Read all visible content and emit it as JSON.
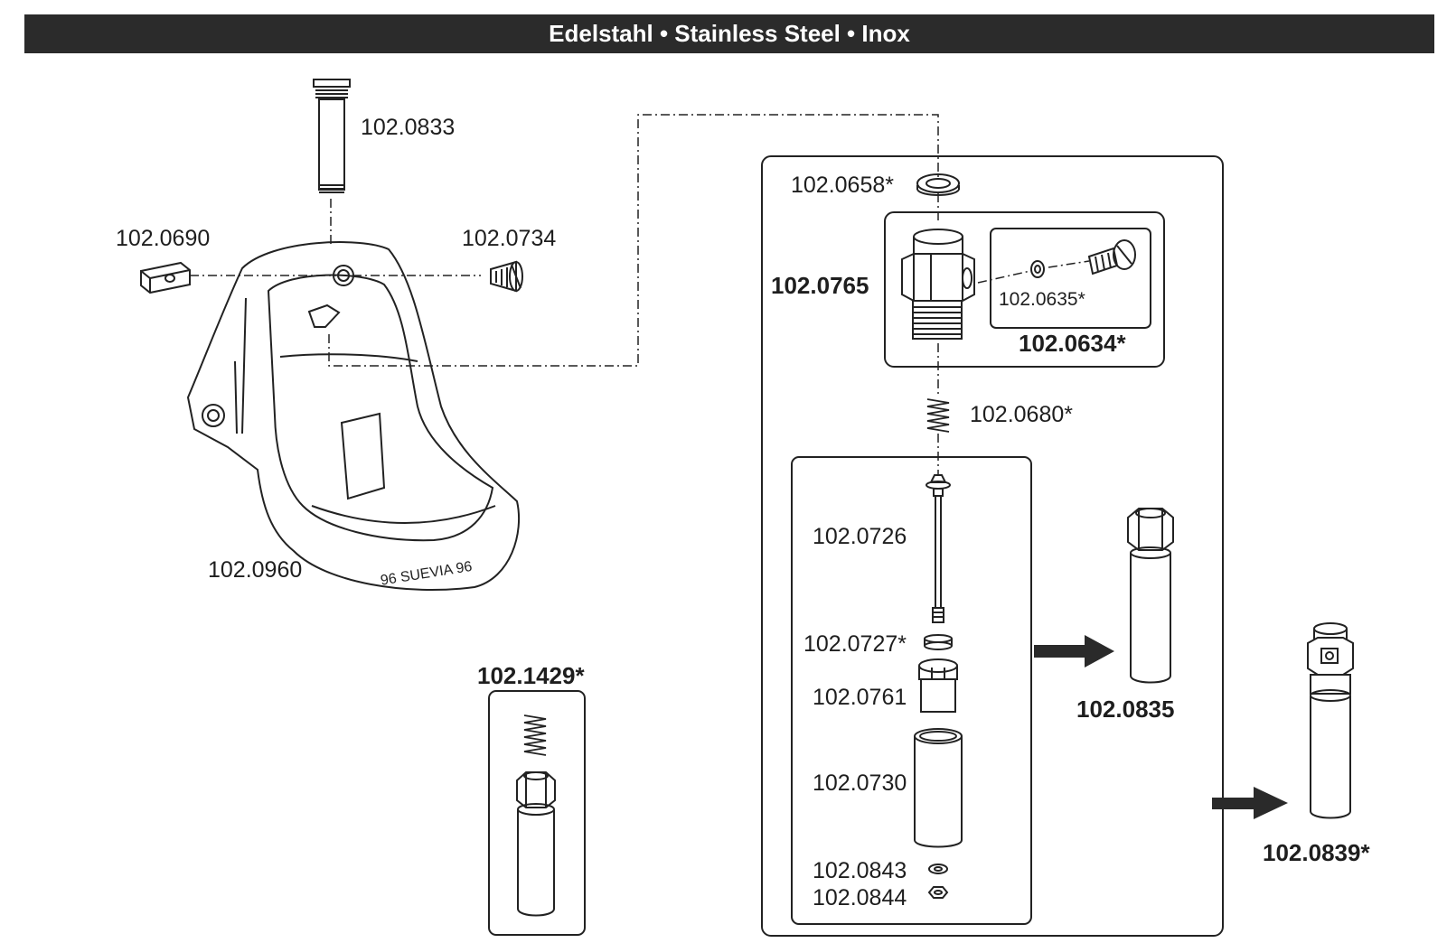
{
  "title": "Edelstahl • Stainless Steel • Inox",
  "bowl_engraving": "96 SUEVIA 96",
  "parts": {
    "p0833": "102.0833",
    "p0690": "102.0690",
    "p0734": "102.0734",
    "p0960": "102.0960",
    "p1429": "102.1429*",
    "p0658": "102.0658*",
    "p0765": "102.0765",
    "p0635": "102.0635*",
    "p0634": "102.0634*",
    "p0680": "102.0680*",
    "p0726": "102.0726",
    "p0727": "102.0727*",
    "p0761": "102.0761",
    "p0730": "102.0730",
    "p0843": "102.0843",
    "p0844": "102.0844",
    "p0835": "102.0835",
    "p0839": "102.0839*"
  }
}
